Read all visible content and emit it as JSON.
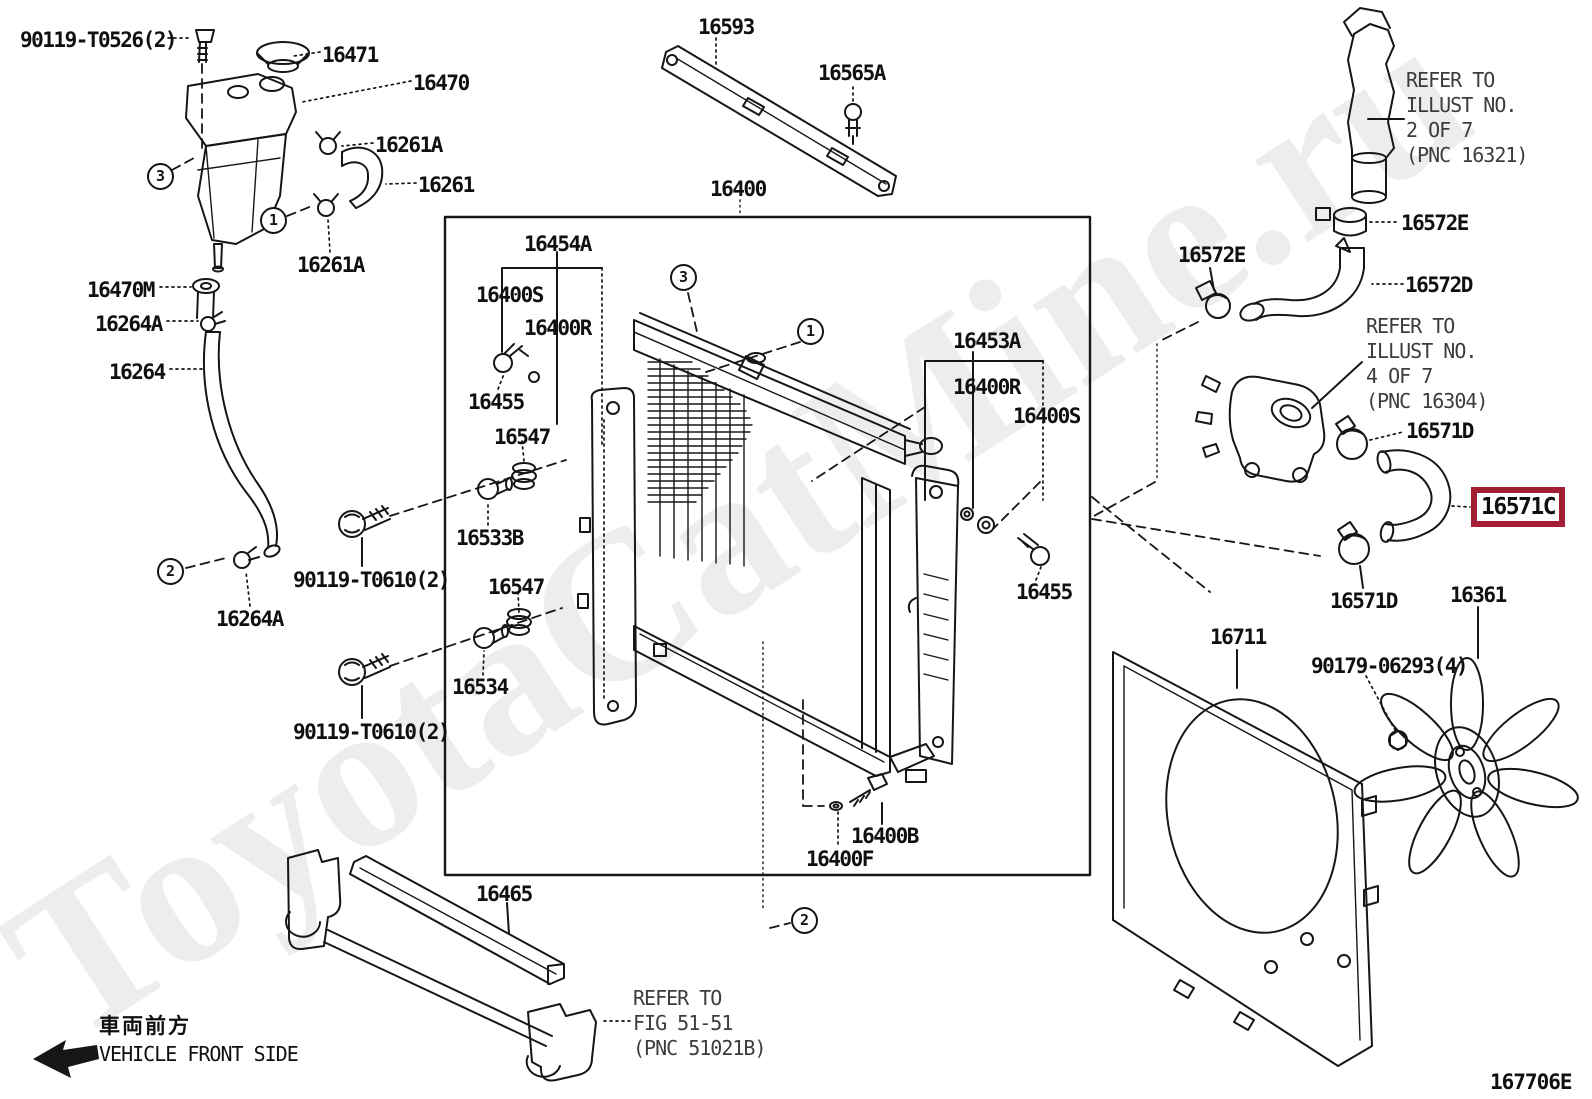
{
  "watermark": {
    "text": "ToyotaCatMine.ru"
  },
  "drawing_code": "167706E",
  "front_side": {
    "jp": "車両前方",
    "en": "VEHICLE FRONT SIDE"
  },
  "highlight": {
    "part": "16571C",
    "box_color": "#a41e35"
  },
  "labels": {
    "b_t0526": "90119-T0526(2)",
    "p16471": "16471",
    "p16470": "16470",
    "p16261a_1": "16261A",
    "p16261": "16261",
    "p16261a_2": "16261A",
    "p16470m": "16470M",
    "p16264a_1": "16264A",
    "p16264": "16264",
    "p16264a_2": "16264A",
    "b_t0610_1": "90119-T0610(2)",
    "b_t0610_2": "90119-T0610(2)",
    "p16455_1": "16455",
    "p16547_1": "16547",
    "p16533b": "16533B",
    "p16547_2": "16547",
    "p16534": "16534",
    "p16454a": "16454A",
    "p16400s_1": "16400S",
    "p16400r_1": "16400R",
    "p16593": "16593",
    "p16565a": "16565A",
    "p16400": "16400",
    "p16453a": "16453A",
    "p16400r_2": "16400R",
    "p16400s_2": "16400S",
    "p16455_2": "16455",
    "p16400b": "16400B",
    "p16400f": "16400F",
    "p16465": "16465",
    "p16711": "16711",
    "b_06293": "90179-06293(4)",
    "p16361": "16361",
    "p16572e_1": "16572E",
    "p16572e_2": "16572E",
    "p16572d": "16572D",
    "p16571d_1": "16571D",
    "p16571c": "16571C",
    "p16571d_2": "16571D"
  },
  "notes": {
    "illust2": [
      "REFER TO",
      "ILLUST NO.",
      "2 OF 7",
      "(PNC 16321)"
    ],
    "illust4": [
      "REFER TO",
      "ILLUST NO.",
      "4 OF 7",
      "(PNC 16304)"
    ],
    "fig51": [
      "REFER TO",
      "FIG 51-51",
      "(PNC 51021B)"
    ]
  },
  "callouts": {
    "one": "1",
    "two": "2",
    "three": "3"
  }
}
